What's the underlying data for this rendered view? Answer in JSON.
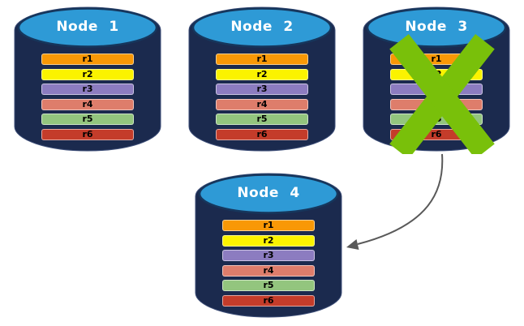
{
  "diagram": {
    "nodes": [
      {
        "label": "Node 1",
        "failed": false
      },
      {
        "label": "Node 2",
        "failed": false
      },
      {
        "label": "Node 3",
        "failed": true
      },
      {
        "label": "Node 4",
        "failed": false
      }
    ],
    "replicas": [
      {
        "label": "r1",
        "color": "#F99806"
      },
      {
        "label": "r2",
        "color": "#FBF300"
      },
      {
        "label": "r3",
        "color": "#8C7CC0"
      },
      {
        "label": "r4",
        "color": "#DE7D6B"
      },
      {
        "label": "r5",
        "color": "#93C57E"
      },
      {
        "label": "r6",
        "color": "#C43C2A"
      }
    ],
    "colors": {
      "background": "#FFFFFF",
      "cylinder_body": "#1B2A4E",
      "cylinder_edge": "#3D4E78",
      "cylinder_top": "#2E9AD6",
      "cylinder_top_border": "#16365C",
      "node_label": "#FFFFFF",
      "replica_label": "#000000",
      "failure_x": "#79C00A",
      "arrow": "#595959"
    }
  }
}
